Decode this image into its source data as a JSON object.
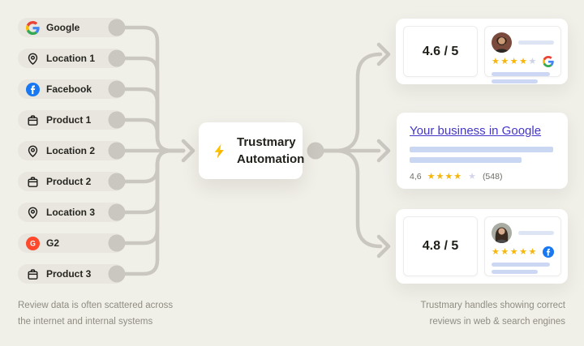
{
  "sources": [
    {
      "label": "Google",
      "icon": "google-icon"
    },
    {
      "label": "Location 1",
      "icon": "location-icon"
    },
    {
      "label": "Facebook",
      "icon": "facebook-icon"
    },
    {
      "label": "Product 1",
      "icon": "product-icon"
    },
    {
      "label": "Location 2",
      "icon": "location-icon"
    },
    {
      "label": "Product 2",
      "icon": "product-icon"
    },
    {
      "label": "Location 3",
      "icon": "location-icon"
    },
    {
      "label": "G2",
      "icon": "g2-icon"
    },
    {
      "label": "Product 3",
      "icon": "product-icon"
    }
  ],
  "center": {
    "line1": "Trustmary",
    "line2": "Automation"
  },
  "cards": {
    "google_review": {
      "score": "4.6 / 5",
      "stars_filled": "★★★★",
      "stars_empty": "★",
      "platform": "google"
    },
    "search_result": {
      "link": "Your business in Google",
      "rating": "4,6",
      "stars_filled": "★★★★",
      "stars_empty": "★",
      "review_count": "(548)"
    },
    "facebook_review": {
      "score": "4.8 / 5",
      "stars_filled": "★★★★★",
      "stars_empty": "",
      "platform": "facebook"
    }
  },
  "captions": {
    "left_line1": "Review data is often scattered across",
    "left_line2": "the internet and internal systems",
    "right_line1": "Trustmary handles showing correct",
    "right_line2": "reviews in web & search engines"
  },
  "colors": {
    "background": "#F0EFE8",
    "pill_gray": "#E8E6DF",
    "connector_gray": "#C9C7C0",
    "star_gold": "#F6B60B",
    "link_blue": "#4335C8",
    "facebook_blue": "#1877F2",
    "g2_red": "#FF492C",
    "lightning_yellow": "#FFC400"
  }
}
